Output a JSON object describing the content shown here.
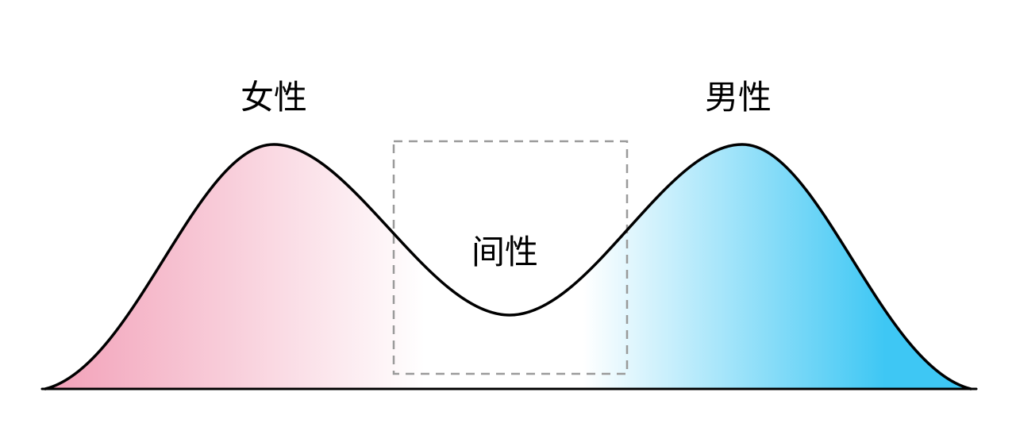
{
  "diagram": {
    "type": "bimodal-distribution",
    "labels": {
      "female": "女性",
      "male": "男性",
      "intersex": "间性"
    },
    "colors": {
      "female_fill": "#F2A0B8",
      "male_fill": "#3EC7F4",
      "white": "#FFFFFF",
      "curve": "#000000",
      "dashed_box": "#9A9A9A",
      "background": "#FFFFFF"
    }
  }
}
